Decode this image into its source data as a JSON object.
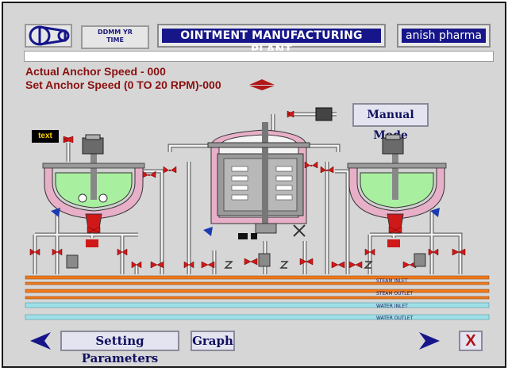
{
  "header": {
    "datetime_line1": "DDMM     YR",
    "datetime_line2": "TIME",
    "title": "OINTMENT MANUFACTURING PLANT",
    "company": "anish pharma"
  },
  "status": {
    "actual_speed": "Actual Anchor Speed - 000",
    "set_speed": "Set Anchor Speed (0 TO 20 RPM)-000"
  },
  "buttons": {
    "manual_mode": "Manual Mode",
    "setting_parameters": "Setting Parameters",
    "graph": "Graph",
    "exit": "X"
  },
  "tag": "text",
  "pipe_labels": {
    "steam_inlet": "STEAM INLET",
    "steam_outlet": "STEAM OUTLET",
    "water_inlet": "WATER INLET",
    "water_outlet": "WATER OUTLET"
  },
  "colors": {
    "background": "#d6d6d6",
    "title_bg": "#16168a",
    "speed_text": "#8a1010",
    "steam_pipe": "#f07a1c",
    "water_pipe": "#9fe0e8",
    "valve": "#d01818",
    "product": "#a8f0a0",
    "jacket": "#e8b0c8"
  },
  "icons": [
    "logo-icon",
    "left-arrow-icon",
    "right-arrow-icon",
    "up-down-arrow-icon"
  ]
}
